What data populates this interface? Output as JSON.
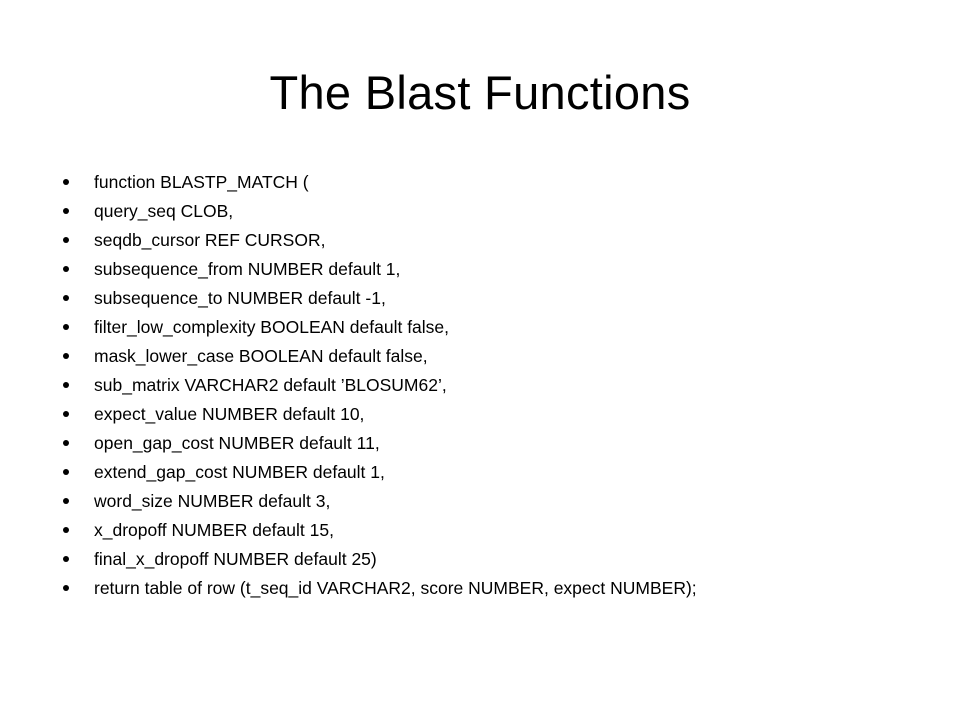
{
  "slide": {
    "title": "The Blast Functions",
    "bullets": [
      "function BLASTP_MATCH (",
      "query_seq CLOB,",
      "seqdb_cursor REF CURSOR,",
      "subsequence_from NUMBER default 1,",
      "subsequence_to NUMBER default -1,",
      "filter_low_complexity BOOLEAN default false,",
      "mask_lower_case BOOLEAN default false,",
      "sub_matrix VARCHAR2 default ’BLOSUM62’,",
      "expect_value NUMBER default 10,",
      "open_gap_cost NUMBER default 11,",
      "extend_gap_cost NUMBER default 1,",
      "word_size NUMBER default 3,",
      "x_dropoff NUMBER default 15,",
      "final_x_dropoff NUMBER default 25)",
      "return table of row (t_seq_id VARCHAR2, score NUMBER, expect NUMBER);"
    ]
  }
}
